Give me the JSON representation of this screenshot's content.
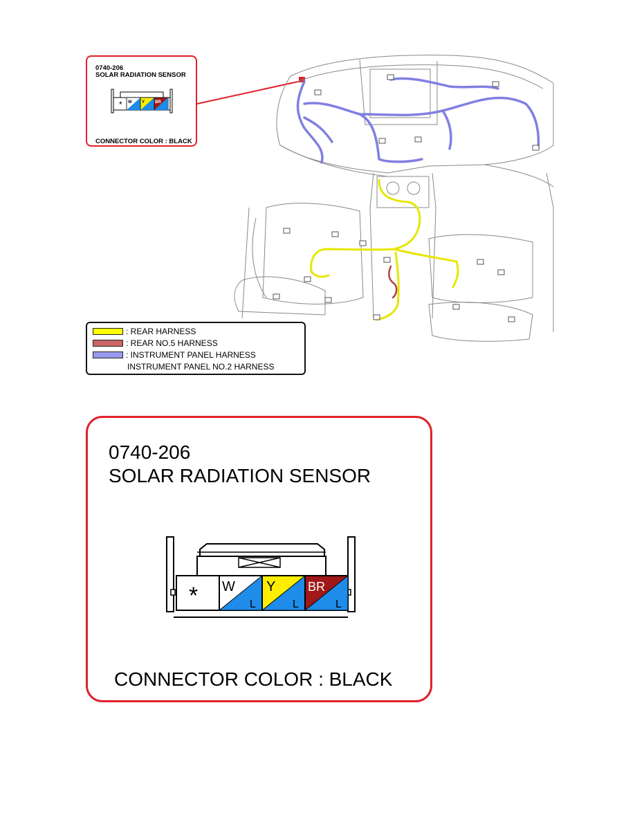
{
  "callout": {
    "code": "0740-206",
    "name": "SOLAR RADIATION SENSOR",
    "connector_color": "CONNECTOR COLOR : BLACK"
  },
  "connector": {
    "blank_symbol": "*",
    "pins": [
      {
        "top": "W",
        "bottom": "L",
        "top_color": "#ffffff",
        "bottom_color": "#1e8ce8",
        "text_color": "#000000"
      },
      {
        "top": "Y",
        "bottom": "L",
        "top_color": "#ffee00",
        "bottom_color": "#1e8ce8",
        "text_color": "#000000"
      },
      {
        "top": "BR",
        "bottom": "L",
        "top_color": "#a01818",
        "bottom_color": "#1e8ce8",
        "text_color": "#ffffff"
      }
    ]
  },
  "legend": {
    "items": [
      {
        "label": ": REAR HARNESS",
        "color": "#ffff00"
      },
      {
        "label": ": REAR NO.5 HARNESS",
        "color": "#cc6666"
      },
      {
        "label": ": INSTRUMENT PANEL HARNESS",
        "color": "#9999ee"
      }
    ],
    "continuation": "INSTRUMENT PANEL NO.2 HARNESS"
  },
  "colors": {
    "border_red": "#e0202a",
    "rear_harness": "#e6e600",
    "rear_no5_harness": "#b04040",
    "instrument_panel_harness": "#8080e0"
  }
}
